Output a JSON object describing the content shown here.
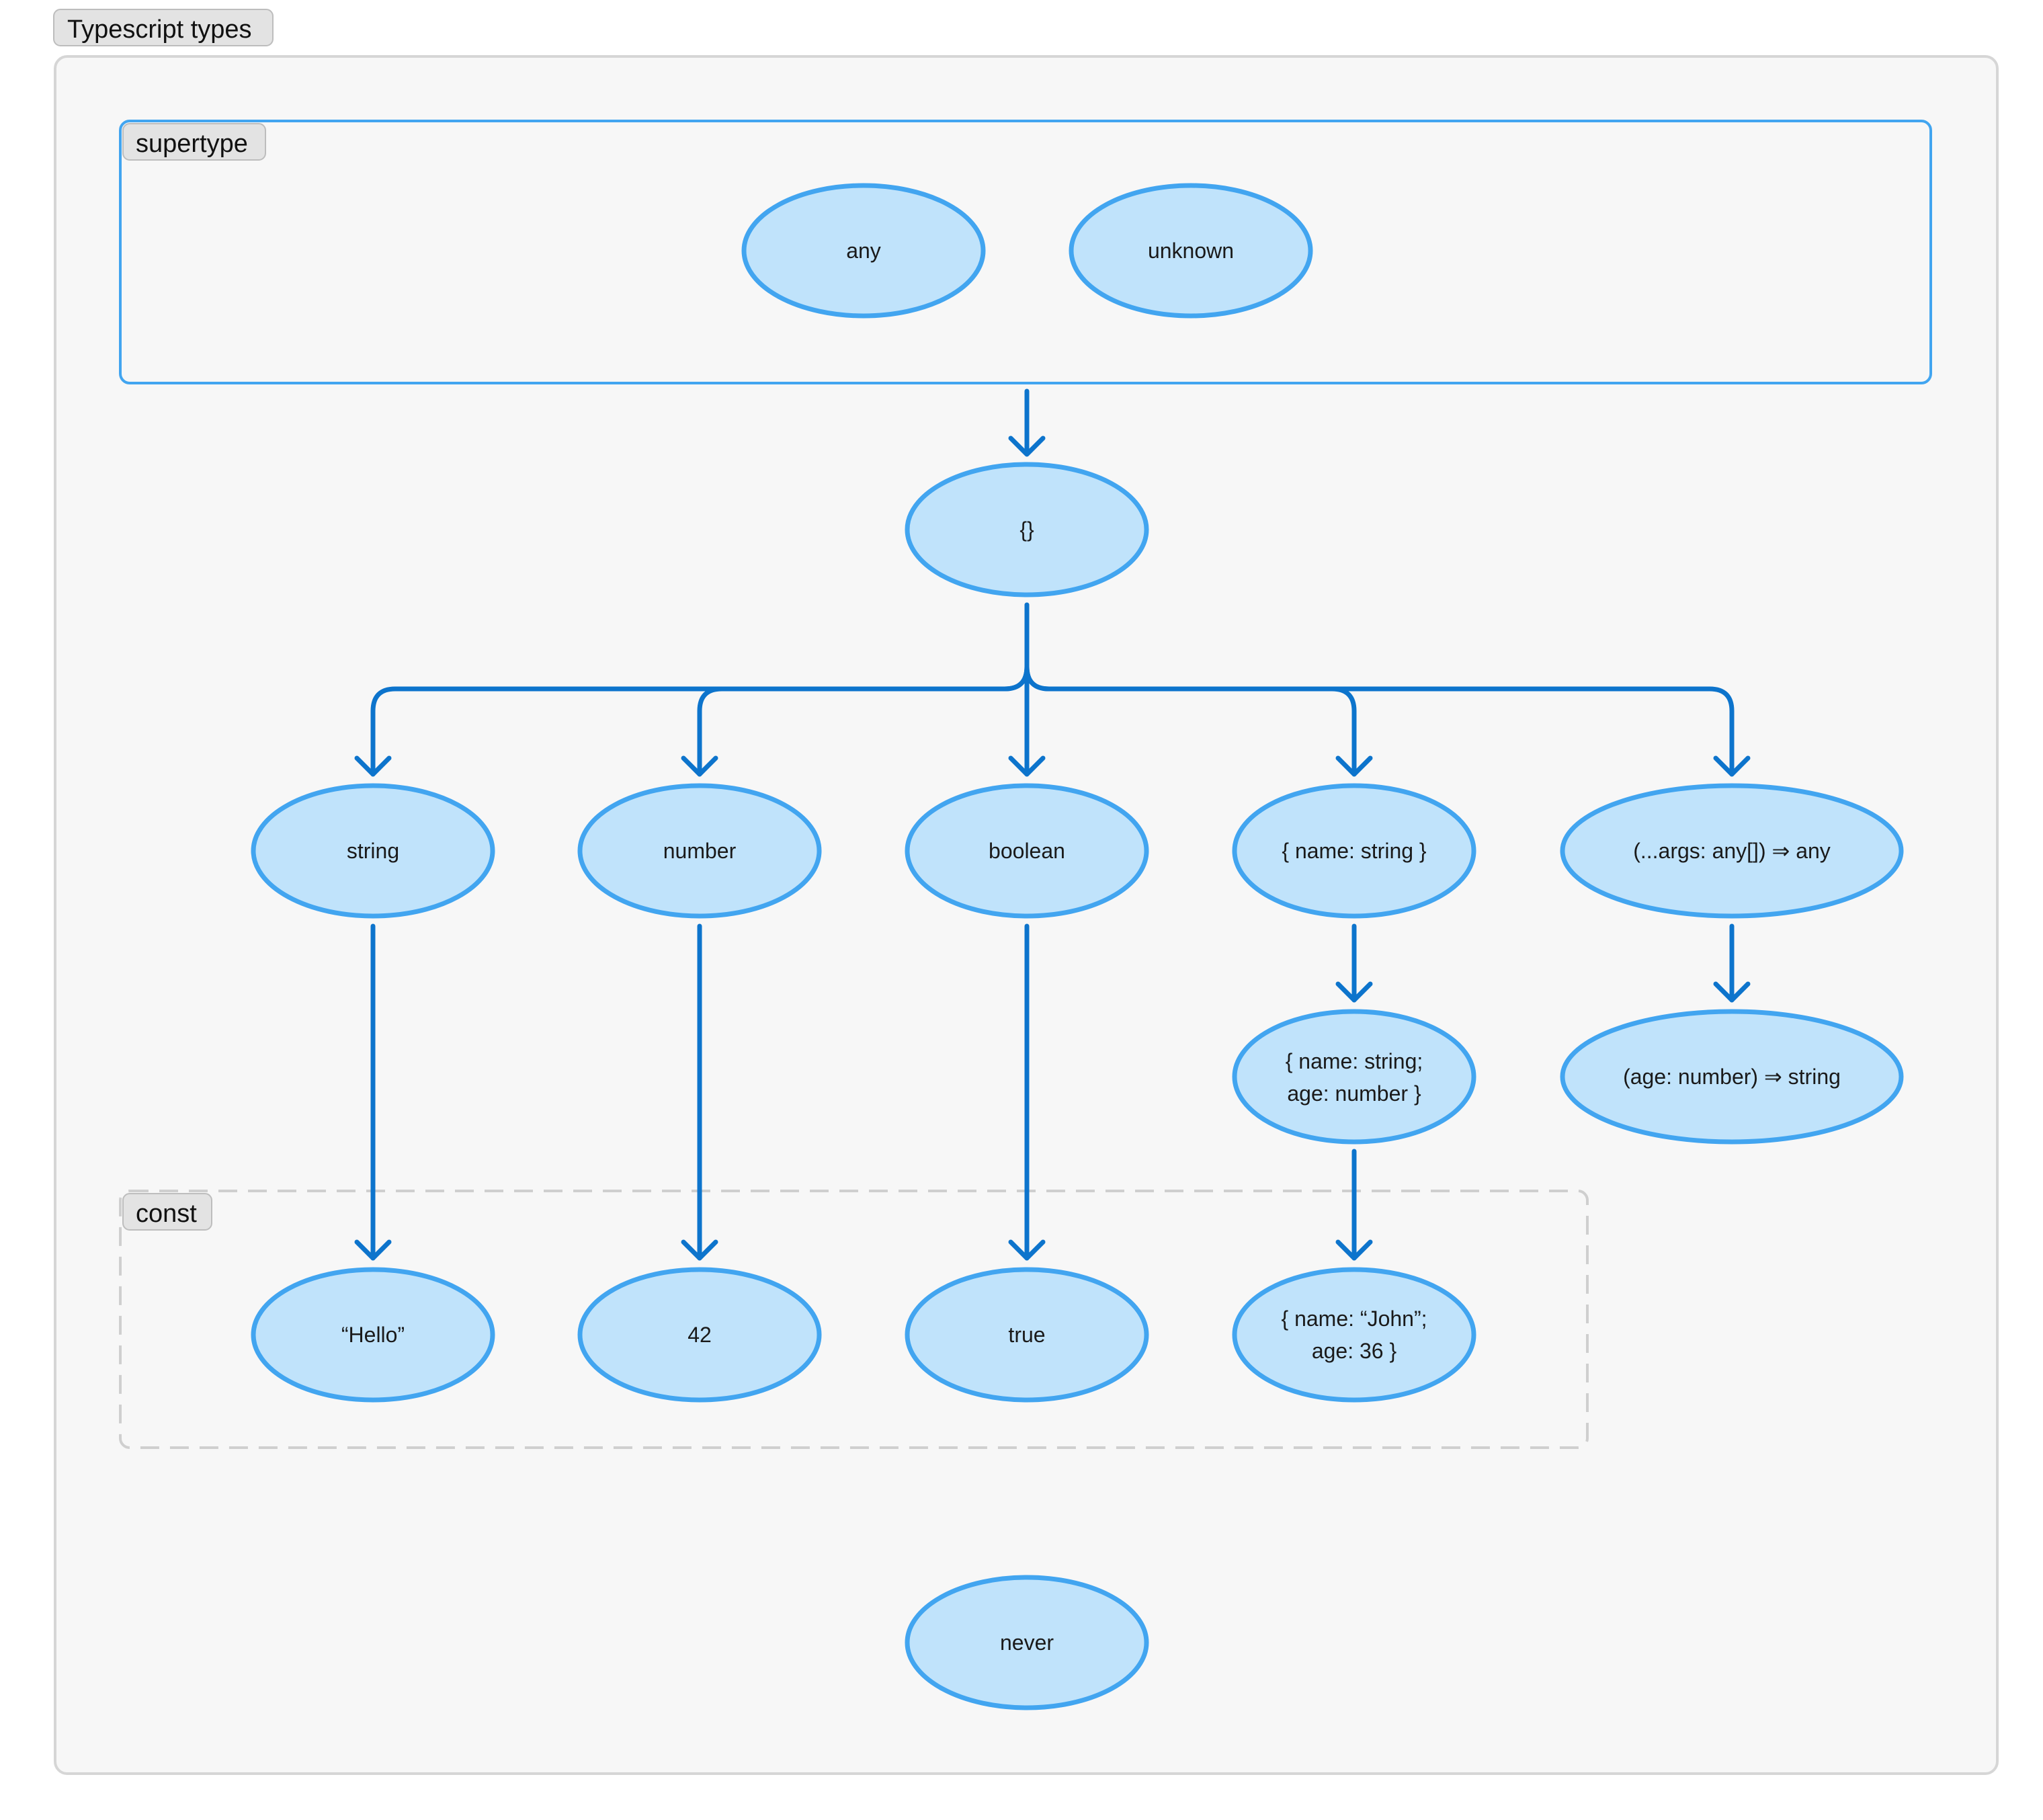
{
  "diagram": {
    "title": "Typescript types",
    "groups": {
      "supertype": "supertype",
      "const": "const"
    },
    "nodes": {
      "any": "any",
      "unknown": "unknown",
      "object": "{}",
      "string": "string",
      "number": "number",
      "boolean": "boolean",
      "name_obj": "{ name: string }",
      "func_any": "(...args: any[]) ⇒ any",
      "name_age_line1": "{ name: string;",
      "name_age_line2": "age: number }",
      "func_age": "(age: number) ⇒ string",
      "hello": "“Hello”",
      "num42": "42",
      "true_lit": "true",
      "john_line1": "{ name: “John”;",
      "john_line2": "age: 36 }",
      "never": "never"
    },
    "edges": [
      {
        "from": "supertype",
        "to": "object"
      },
      {
        "from": "object",
        "to": "string"
      },
      {
        "from": "object",
        "to": "number"
      },
      {
        "from": "object",
        "to": "boolean"
      },
      {
        "from": "object",
        "to": "name_obj"
      },
      {
        "from": "object",
        "to": "func_any"
      },
      {
        "from": "string",
        "to": "hello"
      },
      {
        "from": "number",
        "to": "num42"
      },
      {
        "from": "boolean",
        "to": "true_lit"
      },
      {
        "from": "name_obj",
        "to": "name_age"
      },
      {
        "from": "name_age",
        "to": "john"
      },
      {
        "from": "func_any",
        "to": "func_age"
      }
    ],
    "colors": {
      "node_fill": "#c0e3fb",
      "node_stroke": "#42a5f0",
      "edge": "#0d74cc",
      "group_border": "#42a5f0",
      "frame_border": "#d6d6d6",
      "frame_fill": "#f7f7f7",
      "tag_fill": "#e3e3e3"
    }
  }
}
